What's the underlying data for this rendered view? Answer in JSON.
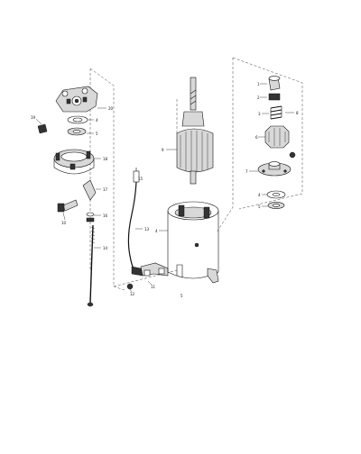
{
  "callouts": [
    {
      "id": "c1",
      "text": "1"
    },
    {
      "id": "c2",
      "text": "2"
    },
    {
      "id": "c3",
      "text": "3"
    },
    {
      "id": "c4",
      "text": "4"
    },
    {
      "id": "c5",
      "text": "5"
    },
    {
      "id": "c6",
      "text": "6"
    },
    {
      "id": "c7",
      "text": "7"
    },
    {
      "id": "c8",
      "text": "8"
    },
    {
      "id": "c9",
      "text": "9"
    },
    {
      "id": "c10",
      "text": "10"
    },
    {
      "id": "c11",
      "text": "11"
    },
    {
      "id": "c12",
      "text": "12"
    },
    {
      "id": "c13",
      "text": "13"
    },
    {
      "id": "c14",
      "text": "14"
    },
    {
      "id": "c15",
      "text": "15"
    },
    {
      "id": "c16",
      "text": "16"
    },
    {
      "id": "c17",
      "text": "17"
    },
    {
      "id": "c18",
      "text": "18"
    },
    {
      "id": "c19",
      "text": "19"
    },
    {
      "id": "c20",
      "text": "20"
    },
    {
      "id": "c4b",
      "text": "4"
    },
    {
      "id": "c5b",
      "text": "5"
    },
    {
      "id": "c4c",
      "text": "4"
    },
    {
      "id": "c5c",
      "text": "5"
    }
  ]
}
